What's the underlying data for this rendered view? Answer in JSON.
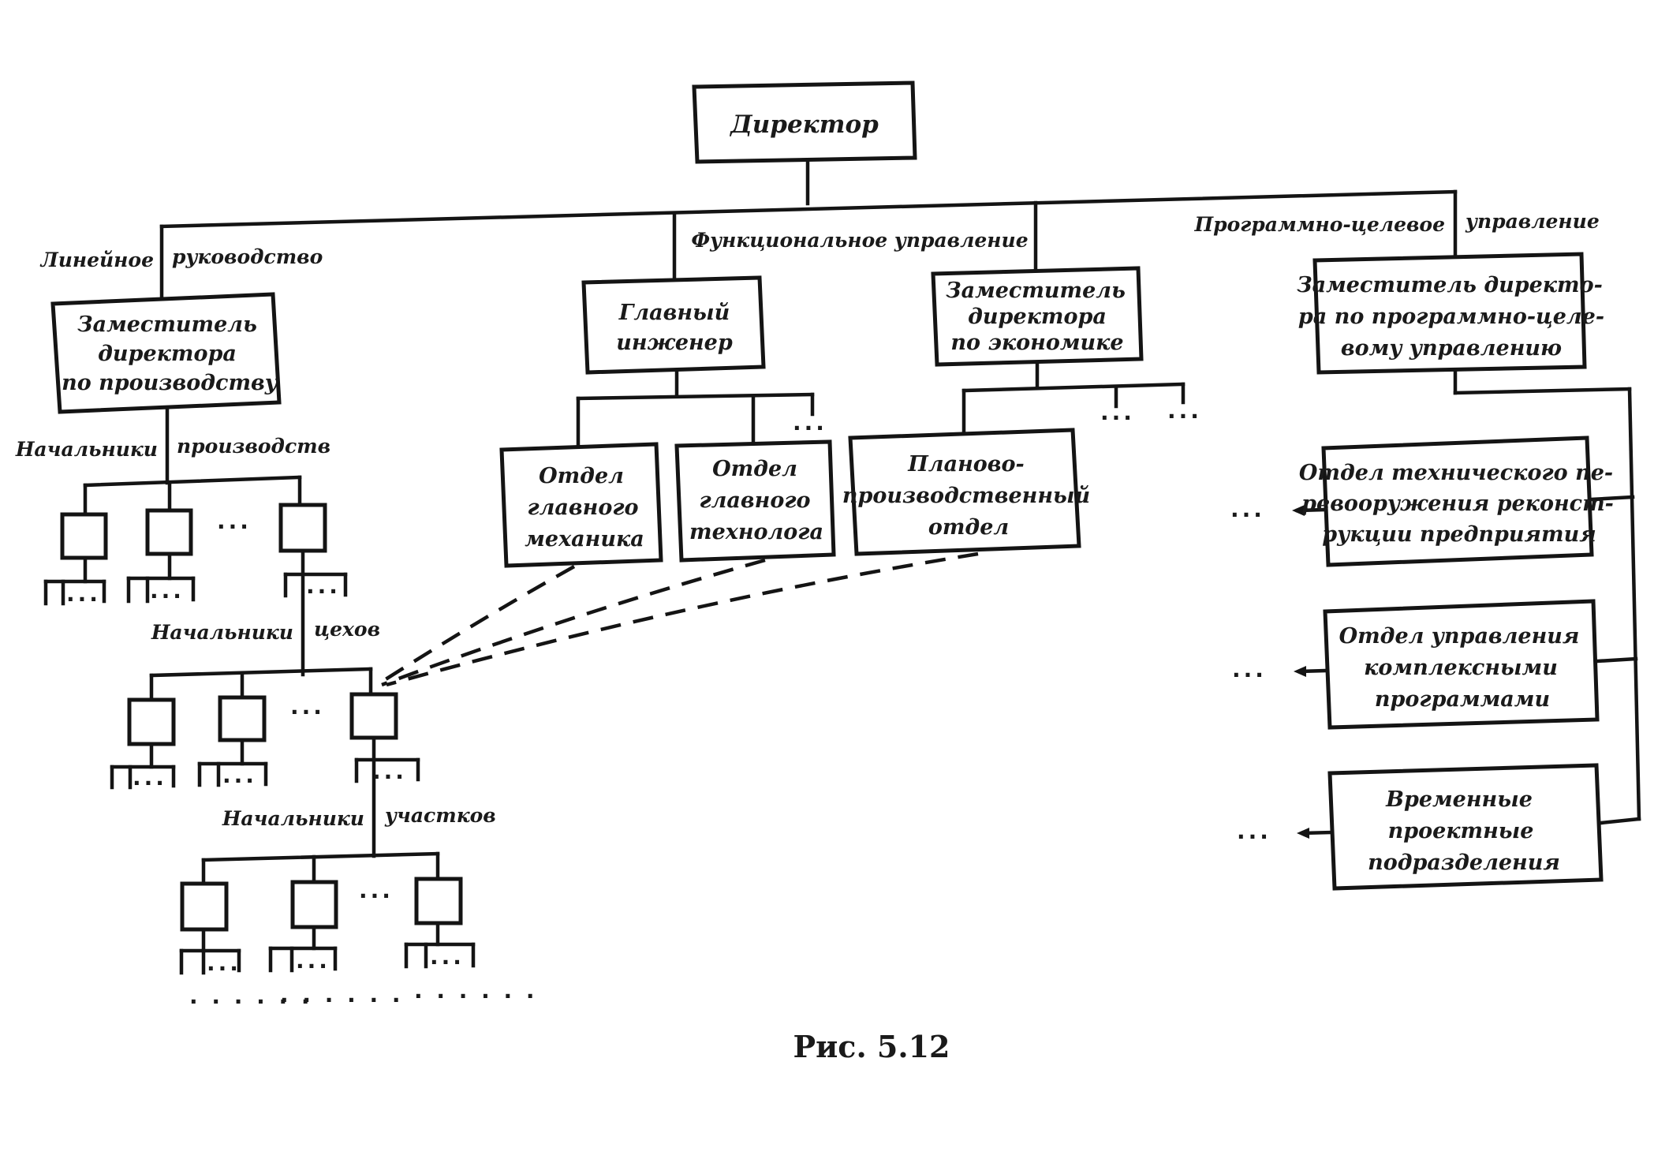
{
  "nodes": {
    "director": "Директор",
    "deputy_production": [
      "Заместитель",
      "директора",
      "по производству"
    ],
    "chief_engineer": [
      "Главный",
      "инженер"
    ],
    "deputy_economics": [
      "Заместитель",
      "директора",
      "по экономике"
    ],
    "deputy_program": [
      "Заместитель директо-",
      "ра по программно-целе-",
      "вому управлению"
    ],
    "chief_mechanic_dept": [
      "Отдел",
      "главного",
      "механика"
    ],
    "chief_technologist_dept": [
      "Отдел",
      "главного",
      "технолога"
    ],
    "planning_dept": [
      "Планово-",
      "производственный",
      "отдел"
    ],
    "reequipment_dept": [
      "Отдел технического пе-",
      "ревооружения реконст-",
      "рукции предприятия"
    ],
    "complex_programs_dept": [
      "Отдел управления",
      "комплексными",
      "программами"
    ],
    "temporary_units": [
      "Временные",
      "проектные",
      "подразделения"
    ]
  },
  "labels": {
    "linear_left": "Линейное",
    "linear_right": "руководство",
    "functional": "Функциональное управление",
    "program_left": "Программно-целевое",
    "program_right": "управление",
    "production_heads_left": "Начальники",
    "production_heads_right": "производств",
    "workshop_heads_left": "Начальники",
    "workshop_heads_right": "цехов",
    "section_heads_left": "Начальники",
    "section_heads_right": "участков"
  },
  "ellipsis": {
    "short": "...",
    "long": ". . . . . ."
  },
  "caption": "Рис. 5.12"
}
